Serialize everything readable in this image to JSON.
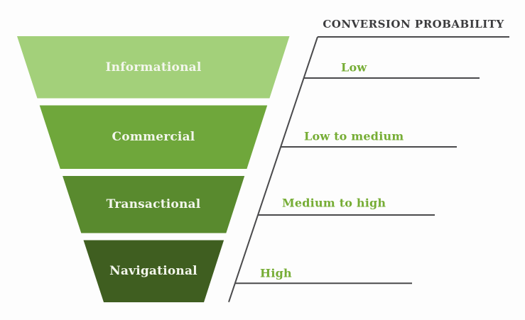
{
  "header": {
    "title": "CONVERSION PROBABILITY"
  },
  "funnel": {
    "segments": [
      {
        "label": "Informational",
        "color": "#a3d07a",
        "probability": "Low"
      },
      {
        "label": "Commercial",
        "color": "#6fa73b",
        "probability": "Low to medium"
      },
      {
        "label": "Transactional",
        "color": "#598a2e",
        "probability": "Medium to high"
      },
      {
        "label": "Navigational",
        "color": "#3f5e20",
        "probability": "High"
      }
    ]
  },
  "colors": {
    "segment_label_text": "#f3f6ec",
    "probability_text": "#76ad35",
    "connector_line": "#4a4a4c",
    "header_text": "#3b3b3d",
    "background": "#fdfdfd"
  }
}
